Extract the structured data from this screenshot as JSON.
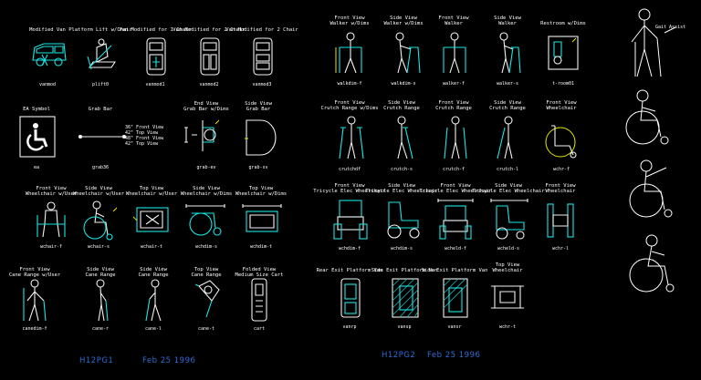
{
  "sheet1": {
    "label": "H12PG1",
    "date": "Feb 25 1996",
    "row1": [
      {
        "title": [
          "Modified Van"
        ],
        "tag": "vanmod"
      },
      {
        "title": [
          "Platform Lift w/Chair"
        ],
        "tag": "plift0"
      },
      {
        "title": [
          "Van Modified for 1 Chair"
        ],
        "tag": "vanmod1"
      },
      {
        "title": [
          "Van Modified for 2 Chair"
        ],
        "tag": "vanmod2"
      },
      {
        "title": [
          "Van Modified for 2 Chair"
        ],
        "tag": "vanmod3"
      }
    ],
    "row2": [
      {
        "title": [
          "EA Symbol"
        ],
        "tag": "ea"
      },
      {
        "title": [
          "Grab Bar"
        ],
        "tag": "grab36"
      },
      {
        "title": [
          "End View",
          "Grab Bar w/Dims"
        ],
        "tag": "grab-ev"
      },
      {
        "title": [
          "Side View",
          "Grab Bar"
        ],
        "tag": "grab-sv"
      }
    ],
    "grab_bar_notes": [
      "36\" Front View",
      "42\" Top View",
      "48\" Front View",
      "42\" Top View"
    ],
    "row3": [
      {
        "title": [
          "Front View",
          "Wheelchair w/User"
        ],
        "tag": "wchair-f"
      },
      {
        "title": [
          "Side View",
          "Wheelchair w/User"
        ],
        "tag": "wchair-s"
      },
      {
        "title": [
          "Top View",
          "Wheelchair w/User"
        ],
        "tag": "wchair-t"
      },
      {
        "title": [
          "Side View",
          "Wheelchair w/Dims"
        ],
        "tag": "wchdim-s"
      },
      {
        "title": [
          "Top View",
          "Wheelchair w/Dims"
        ],
        "tag": "wchdim-t"
      }
    ],
    "row4": [
      {
        "title": [
          "Front View",
          "Cane Range w/User"
        ],
        "tag": "canedim-f"
      },
      {
        "title": [
          "Side View",
          "Cane Range"
        ],
        "tag": "cane-r"
      },
      {
        "title": [
          "Side View",
          "Cane Range"
        ],
        "tag": "cane-l"
      },
      {
        "title": [
          "Top View",
          "Cane Range"
        ],
        "tag": "cane-t"
      },
      {
        "title": [
          "Folded View",
          "Medium Size Cart"
        ],
        "tag": "cart"
      }
    ]
  },
  "sheet2": {
    "label": "H12PG2",
    "date": "Feb 25 1996",
    "row1": [
      {
        "title": [
          "Front View",
          "Walker w/Dims"
        ],
        "tag": "walkdim-f"
      },
      {
        "title": [
          "Side View",
          "Walker w/Dims"
        ],
        "tag": "walkdim-s"
      },
      {
        "title": [
          "Front View",
          "Walker"
        ],
        "tag": "walker-f"
      },
      {
        "title": [
          "Side View",
          "Walker"
        ],
        "tag": "walker-s"
      },
      {
        "title": [
          "Restroom w/Dims"
        ],
        "tag": "t-room01"
      }
    ],
    "row2": [
      {
        "title": [
          "Front View",
          "Crutch Range w/Dims"
        ],
        "tag": "crutchdf"
      },
      {
        "title": [
          "Side View",
          "Crutch Range"
        ],
        "tag": "crutch-s"
      },
      {
        "title": [
          "Front View",
          "Crutch Range"
        ],
        "tag": "crutch-f"
      },
      {
        "title": [
          "Side View",
          "Crutch Range"
        ],
        "tag": "crutch-l"
      },
      {
        "title": [
          "Front View",
          "Wheelchair"
        ],
        "tag": "wchr-f"
      }
    ],
    "row3": [
      {
        "title": [
          "Front View",
          "Tricycle Elec Wheelchair"
        ],
        "tag": "wchdim-f"
      },
      {
        "title": [
          "Side View",
          "Tricycle Elec Wheelchair"
        ],
        "tag": "wchdim-s"
      },
      {
        "title": [
          "Front View",
          "Tricycle Elec Wheelchair"
        ],
        "tag": "wcheld-f"
      },
      {
        "title": [
          "Side View",
          "Tricycle Elec Wheelchair"
        ],
        "tag": "wcheld-s"
      },
      {
        "title": [
          "Front View",
          "Wheelchair"
        ],
        "tag": "wchr-l"
      }
    ],
    "row4": [
      {
        "title": [
          "Rear Exit Platform Van"
        ],
        "tag": "vanrp"
      },
      {
        "title": [
          "Side Exit Platform Van"
        ],
        "tag": "vansp"
      },
      {
        "title": [
          "Side Exit Platform Van"
        ],
        "tag": "vansr"
      },
      {
        "title": [
          "Top View",
          "Wheelchair"
        ],
        "tag": "wchr-t"
      }
    ]
  },
  "side_panel": {
    "note": "Gait Assist"
  },
  "colors": {
    "background": "#000000",
    "linework": "#19e6e6",
    "text": "#ffffff",
    "sheet_label": "#2f6bd6",
    "accent": "#e6e600"
  }
}
